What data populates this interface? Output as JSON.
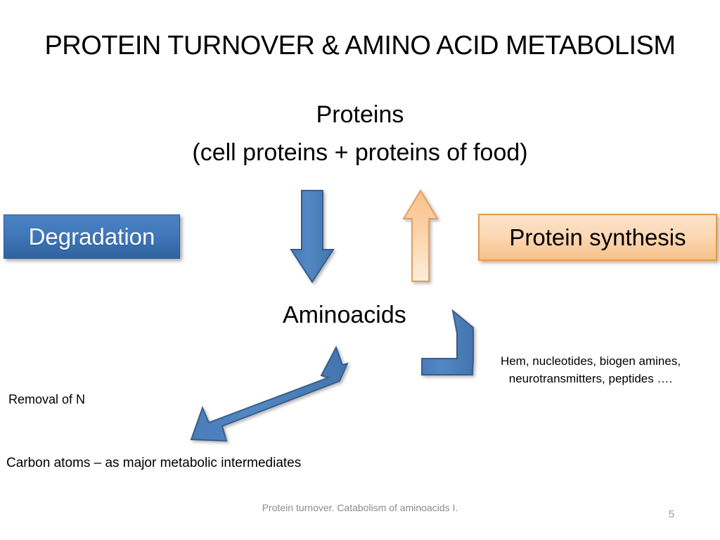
{
  "slide": {
    "title": "PROTEIN TURNOVER & AMINO ACID METABOLISM",
    "subtitle_line1": "Proteins",
    "subtitle_line2": "(cell proteins + proteins of food)",
    "background_color": "#FFFFFF"
  },
  "boxes": {
    "degradation": {
      "label": "Degradation",
      "fill_color": "#4178BA",
      "border_color": "#2B5797",
      "text_color": "#FFFFFF"
    },
    "protein_synthesis": {
      "label": "Protein synthesis",
      "fill_color": "#FBD9B6",
      "border_color": "#E8994A",
      "text_color": "#000000"
    }
  },
  "nodes": {
    "aminoacids": "Aminoacids"
  },
  "labels": {
    "removal_of_n": "Removal of N",
    "carbon_atoms": "Carbon atoms – as major metabolic intermediates",
    "products": "Hem, nucleotides, biogen amines, neurotransmitters, peptides …."
  },
  "arrows": {
    "degradation_arrow": {
      "direction": "down",
      "color": "#4F81BD",
      "border_color": "#385D8A",
      "meaning": "Proteins to Aminoacids (degradation)"
    },
    "synthesis_arrow": {
      "direction": "up",
      "color": "#FBD3A8",
      "border_color": "#E0A063",
      "meaning": "Aminoacids to Proteins (protein synthesis)"
    },
    "bent_arrow": {
      "direction": "down-left-bend",
      "color": "#4F81BD",
      "border_color": "#385D8A",
      "meaning": "Aminoacids to biosynthetic products"
    },
    "diagonal_arrow": {
      "direction": "down-left",
      "color": "#4F81BD",
      "border_color": "#385D8A",
      "meaning": "Aminoacids to removal of N / carbon atoms"
    }
  },
  "footer": {
    "text": "Protein turnover. Catabolism of aminoacids I.",
    "page_number": "5",
    "color": "#8C8C8C"
  }
}
